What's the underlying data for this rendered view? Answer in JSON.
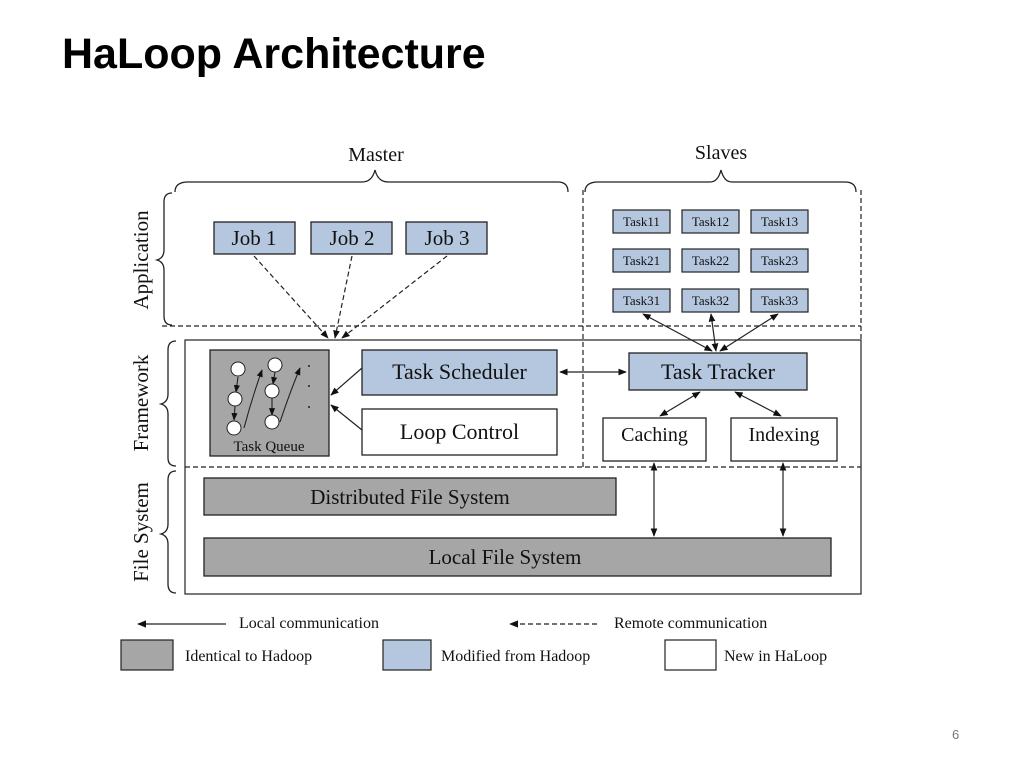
{
  "slide": {
    "title": "HaLoop Architecture",
    "page_number": "6"
  },
  "colors": {
    "identical": "#a6a6a6",
    "modified": "#b4c7df",
    "new": "#ffffff",
    "stroke": "#222222"
  },
  "diagram": {
    "groups": {
      "master": "Master",
      "slaves": "Slaves"
    },
    "layers": {
      "application": "Application",
      "framework": "Framework",
      "file_system": "File System"
    },
    "jobs": [
      "Job 1",
      "Job 2",
      "Job 3"
    ],
    "tasks": [
      [
        "Task11",
        "Task12",
        "Task13"
      ],
      [
        "Task21",
        "Task22",
        "Task23"
      ],
      [
        "Task31",
        "Task32",
        "Task33"
      ]
    ],
    "task_queue": "Task Queue",
    "task_scheduler": "Task Scheduler",
    "loop_control": "Loop Control",
    "task_tracker": "Task Tracker",
    "caching": "Caching",
    "indexing": "Indexing",
    "dfs": "Distributed File System",
    "lfs": "Local File System"
  },
  "legend": {
    "local_comm": "Local communication",
    "remote_comm": "Remote communication",
    "identical": "Identical to Hadoop",
    "modified": "Modified from Hadoop",
    "new": "New in HaLoop"
  }
}
